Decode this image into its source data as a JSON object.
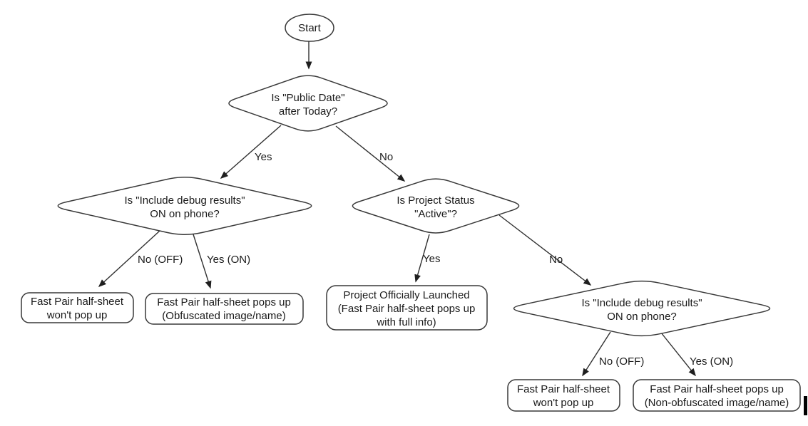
{
  "diagram": {
    "background_color": "#ffffff",
    "line_color": "#383838",
    "text_color": "#1a1a1a",
    "nodes": {
      "start": {
        "label": "Start"
      },
      "decision_public_date": {
        "line1": "Is \"Public Date\"",
        "line2": "after Today?"
      },
      "decision_debug_left": {
        "line1": "Is \"Include debug results\"",
        "line2": "ON on phone?"
      },
      "decision_project_status": {
        "line1": "Is Project Status",
        "line2": "\"Active\"?"
      },
      "decision_debug_right": {
        "line1": "Is \"Include debug results\"",
        "line2": "ON on phone?"
      },
      "outcome_no_popup_left": {
        "line1": "Fast Pair half-sheet",
        "line2": "won't pop up"
      },
      "outcome_obfuscated": {
        "line1": "Fast Pair half-sheet pops up",
        "line2": "(Obfuscated image/name)"
      },
      "outcome_launched": {
        "line1": "Project Officially Launched",
        "line2": "(Fast Pair half-sheet pops up",
        "line3": "with full info)"
      },
      "outcome_no_popup_right": {
        "line1": "Fast Pair half-sheet",
        "line2": "won't pop up"
      },
      "outcome_non_obfuscated": {
        "line1": "Fast Pair half-sheet pops up",
        "line2": "(Non-obfuscated image/name)"
      }
    },
    "edge_labels": {
      "yes_public_date": "Yes",
      "no_public_date": "No",
      "no_off_left": "No (OFF)",
      "yes_on_left": "Yes (ON)",
      "yes_active": "Yes",
      "no_active": "No",
      "no_off_right": "No (OFF)",
      "yes_on_right": "Yes (ON)"
    }
  }
}
